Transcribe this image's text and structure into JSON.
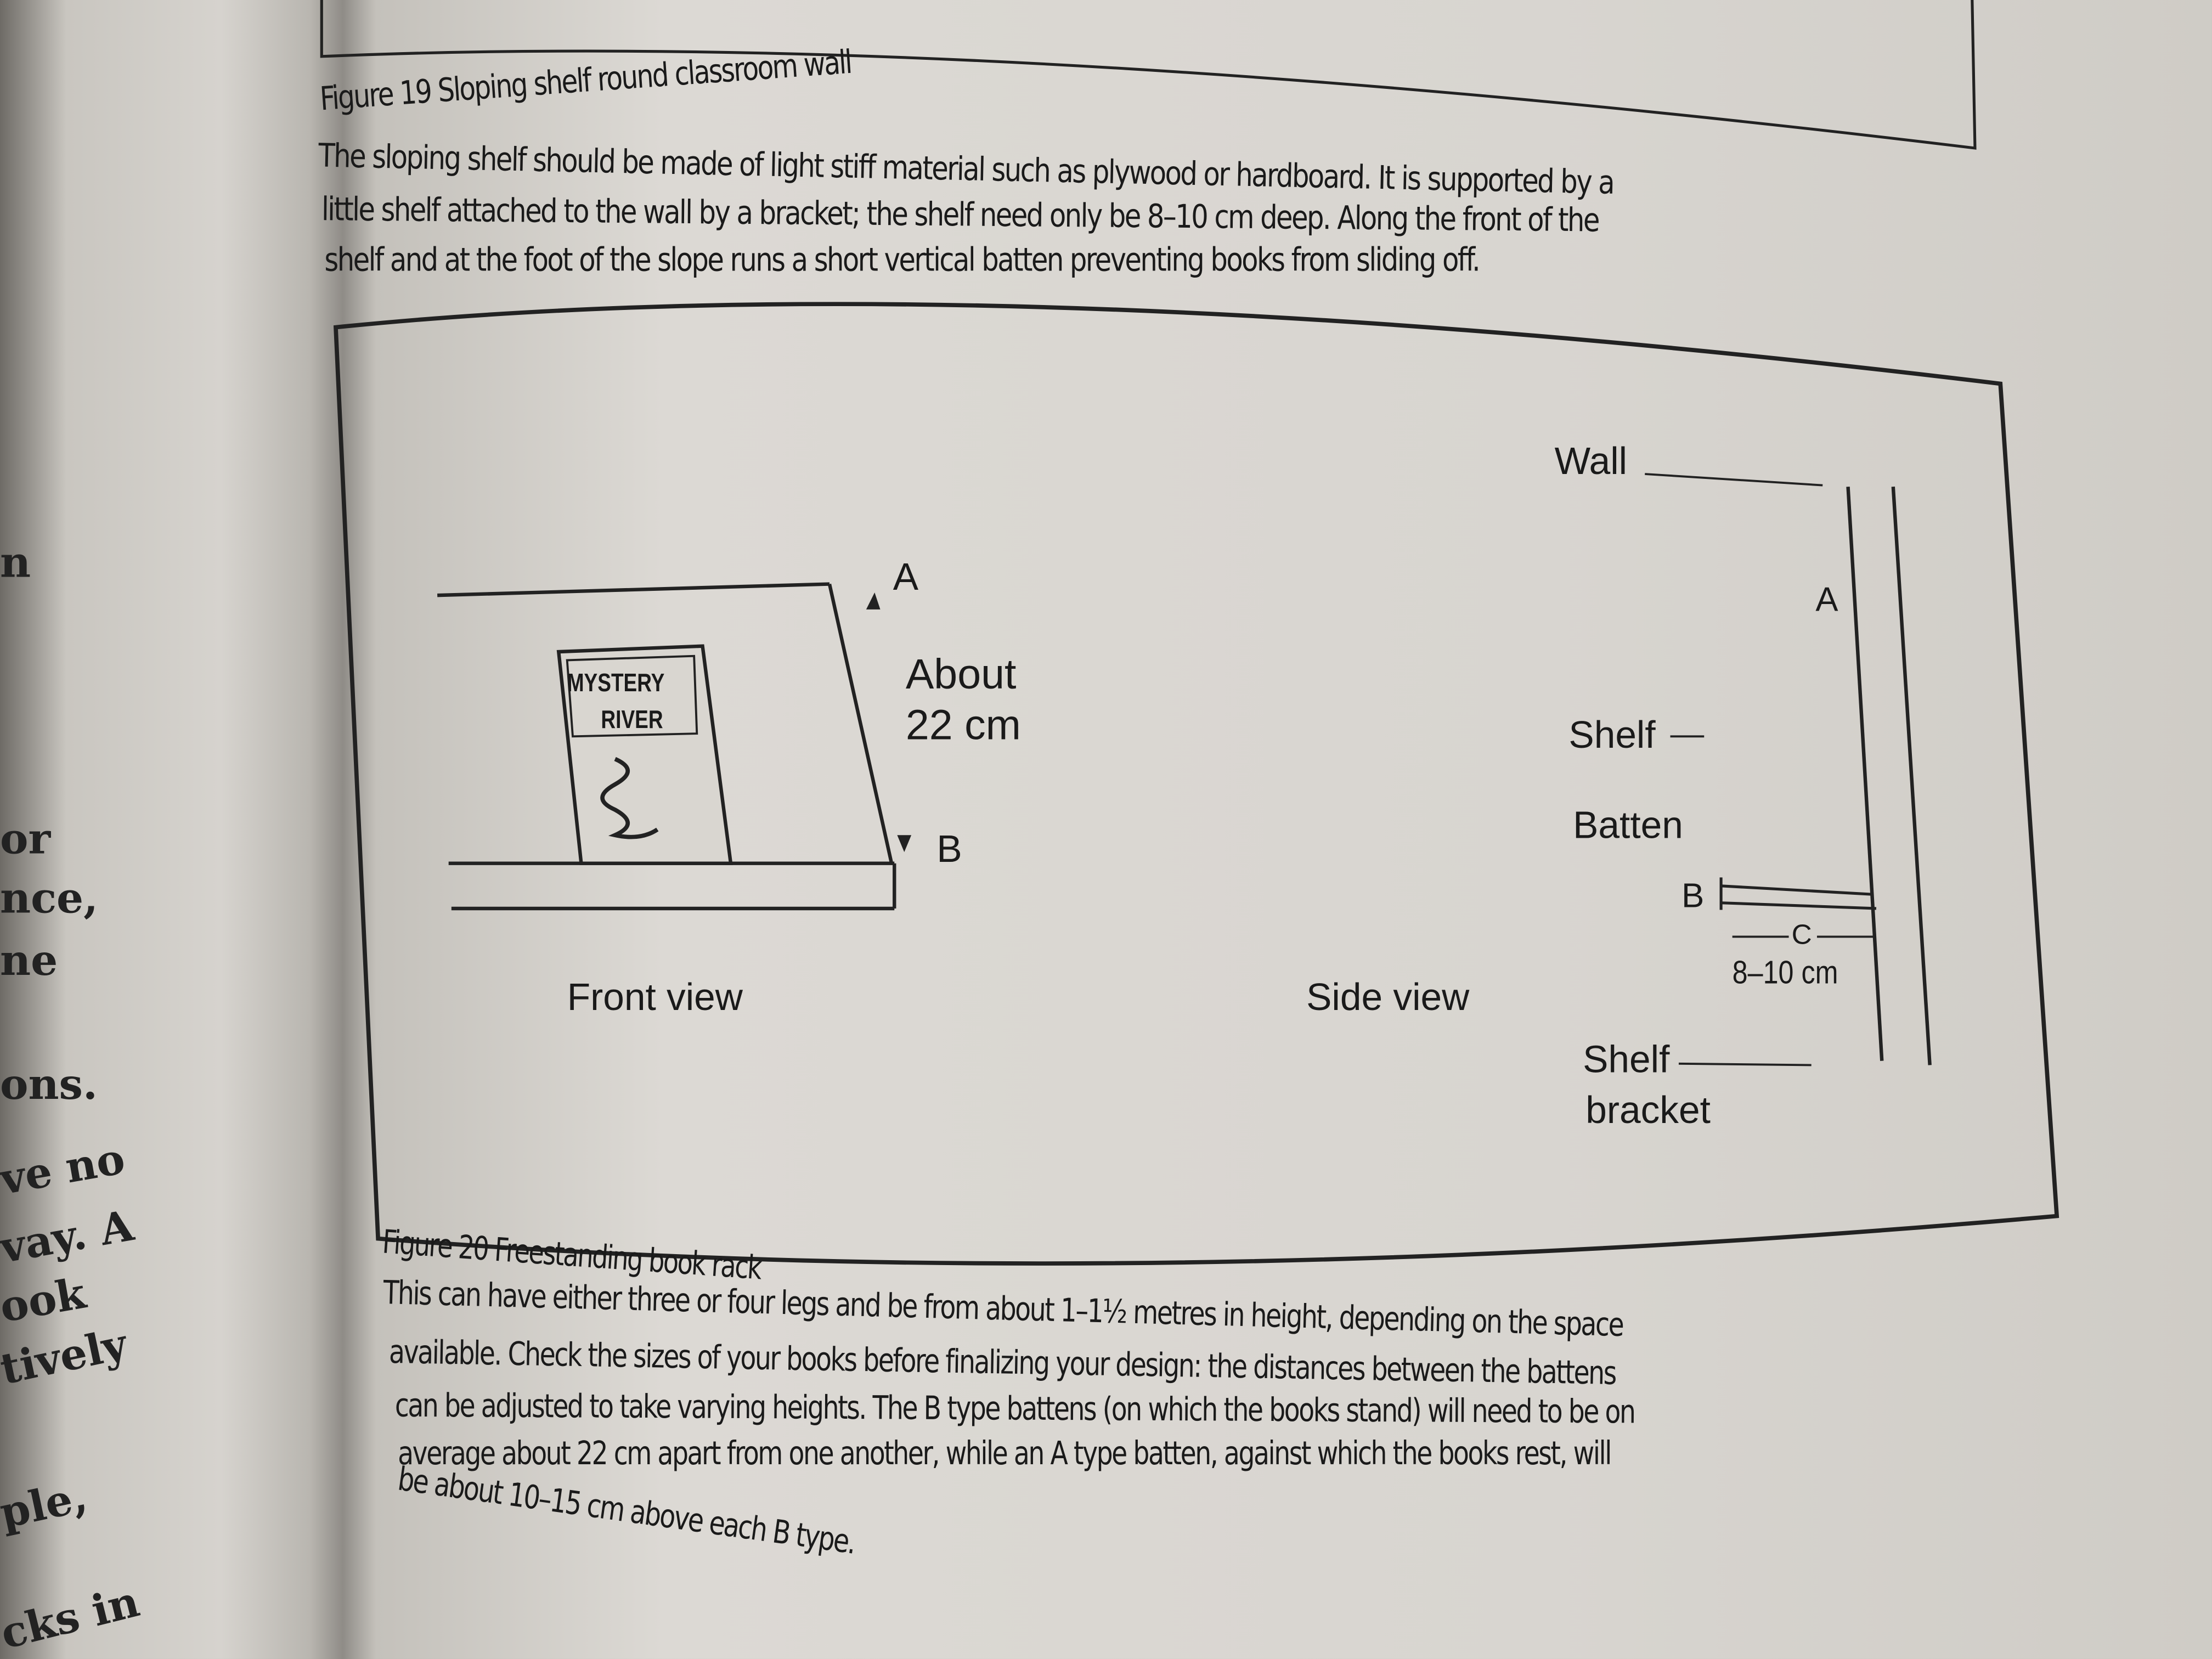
{
  "left_page": {
    "fragments": [
      "n",
      "or",
      "nce,",
      "ne",
      "ons.",
      "ve no",
      "vay. A",
      "ook",
      "tively",
      "ple,",
      "cks in"
    ]
  },
  "figure19": {
    "title": "Figure 19  Sloping shelf round classroom wall",
    "lines": [
      "The sloping shelf should be made of light stiff material such as plywood or hardboard. It is supported by a",
      "little shelf attached to the wall by a bracket; the shelf need only be 8–10 cm deep. Along the front of the",
      "shelf and at the foot of the slope runs a short vertical batten preventing books from sliding off."
    ]
  },
  "diagram": {
    "front": {
      "book_title_1": "MYSTERY",
      "book_title_2": "RIVER",
      "label_a": "A",
      "label_b": "B",
      "about_1": "About",
      "about_2": "22 cm",
      "caption": "Front view"
    },
    "side": {
      "caption": "Side view",
      "wall": "Wall",
      "label_a": "A",
      "shelf": "Shelf",
      "batten": "Batten",
      "label_b": "B",
      "label_c": "C",
      "depth": "8–10 cm",
      "bracket_1": "Shelf",
      "bracket_2": "bracket"
    }
  },
  "figure20": {
    "title": "Figure 20  Freestanding book rack",
    "lines": [
      "This can have either three or four legs and be from about 1–1½ metres in height, depending on the space",
      "available. Check the sizes of your books before finalizing your design: the distances between the battens",
      "can be adjusted to take varying heights. The B type battens (on which the books stand) will need to be on",
      "average about 22 cm apart from one another, while an A type batten, against which the books rest, will",
      "be about 10–15 cm above each B type."
    ]
  }
}
